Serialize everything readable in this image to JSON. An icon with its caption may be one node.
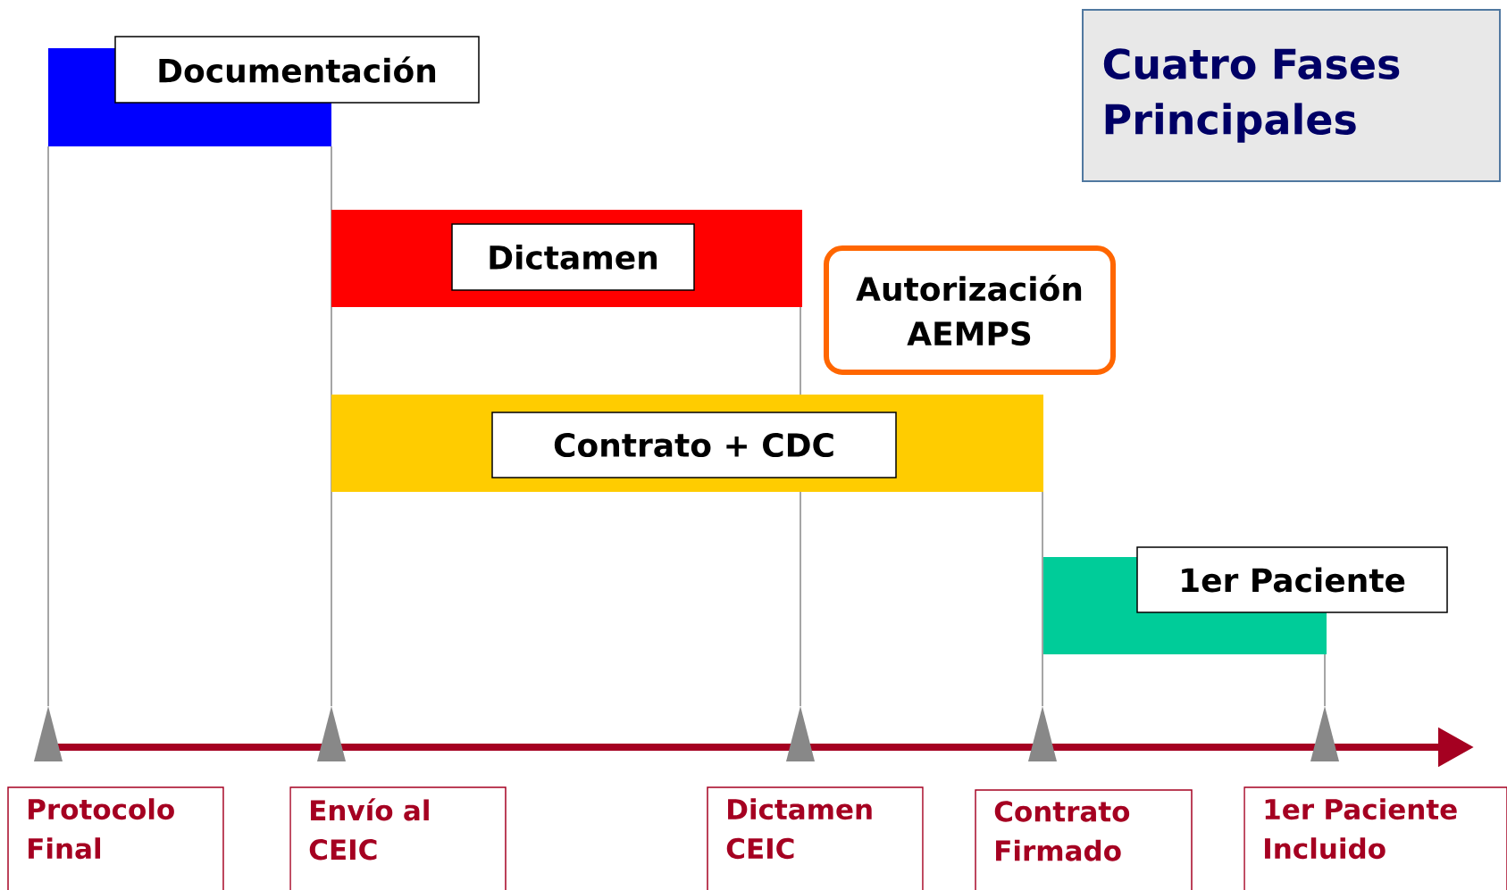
{
  "diagram": {
    "title": "Cuatro Fases Principales",
    "nodes": [
      {
        "text": [
          "Documentación"
        ]
      },
      {
        "text": [
          "Dictamen"
        ]
      },
      {
        "text": [
          "Autorización AEMPS"
        ]
      },
      {
        "text": [
          "Contrato + CDC"
        ]
      },
      {
        "text": [
          "1er Paciente"
        ]
      },
      {
        "text": [
          "Protocolo Final"
        ]
      },
      {
        "text": [
          "Envío al CEIC"
        ]
      },
      {
        "text": [
          "Dictamen CEIC"
        ]
      },
      {
        "text": [
          "Contrato Firmado"
        ]
      },
      {
        "text": [
          "1er Paciente Incluido"
        ]
      }
    ]
  }
}
